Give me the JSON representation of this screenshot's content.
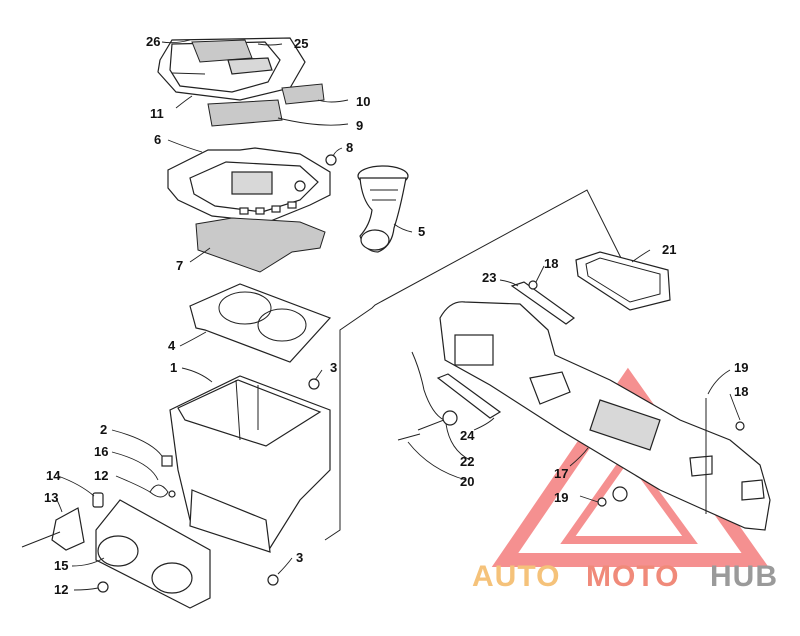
{
  "callouts": {
    "c26": "26",
    "c25": "25",
    "c11": "11",
    "c10": "10",
    "c9": "9",
    "c6": "6",
    "c8": "8",
    "c5": "5",
    "c7": "7",
    "c4": "4",
    "c1": "1",
    "c3a": "3",
    "c3b": "3",
    "c2": "2",
    "c16": "16",
    "c14": "14",
    "c12a": "12",
    "c12b": "12",
    "c13": "13",
    "c15": "15",
    "c21": "21",
    "c23": "23",
    "c18a": "18",
    "c18b": "18",
    "c19a": "19",
    "c19b": "19",
    "c24": "24",
    "c22": "22",
    "c20": "20",
    "c17": "17"
  },
  "watermark": {
    "word_a": "AUTO",
    "word_b": "MOTO",
    "word_c": "HUB",
    "color_a": "#f5c27a",
    "color_b": "#f08a7a",
    "color_c": "#9a9a9a",
    "triangle_color": "#f26b6b"
  }
}
